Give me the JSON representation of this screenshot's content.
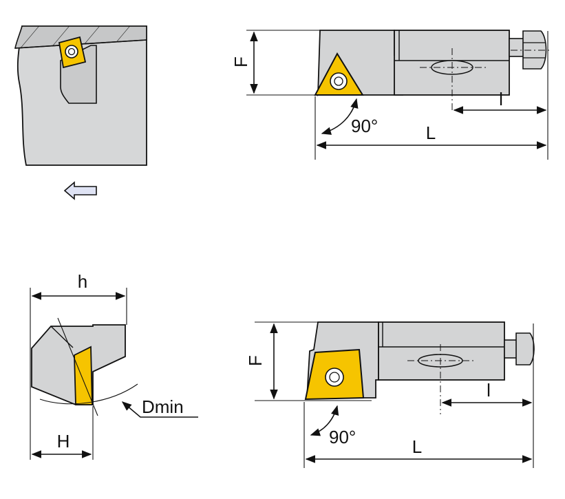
{
  "colors": {
    "body": "#d3d4d5",
    "insert": "#f6c400",
    "stroke": "#111111",
    "background": "#ffffff"
  },
  "top_right_view": {
    "height_label": "F",
    "length_label": "L",
    "clamp_length_label": "l",
    "angle_label": "90°"
  },
  "bottom_left_view": {
    "width_label": "h",
    "height_label": "H",
    "min_diameter_label": "Dmin"
  },
  "bottom_right_view": {
    "height_label": "F",
    "length_label": "L",
    "clamp_length_label": "l",
    "angle_label": "90°"
  },
  "icons": {
    "feed_direction": "arrow-left-icon"
  }
}
